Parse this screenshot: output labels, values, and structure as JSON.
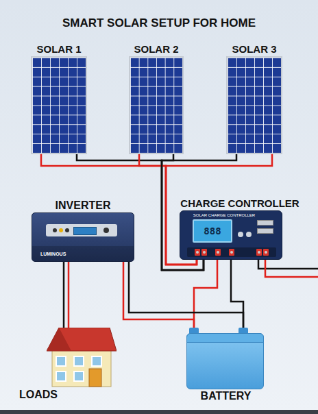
{
  "diagram": {
    "title": "SMART SOLAR SETUP FOR HOME",
    "nodes": [
      {
        "text": [
          "SOLAR 1"
        ]
      },
      {
        "text": [
          "SOLAR 2"
        ]
      },
      {
        "text": [
          "SOLAR 3"
        ]
      },
      {
        "text": [
          "INVERTER",
          "LUMINOUS"
        ]
      },
      {
        "text": [
          "CHARGE CONTROLLER",
          "SOLAR CHARGE CONTROLLER",
          "888"
        ]
      },
      {
        "text": [
          "LOADS"
        ]
      },
      {
        "text": [
          "BATTERY"
        ]
      }
    ],
    "edges": [
      {
        "from": 0,
        "to": 4,
        "arrow": "none"
      },
      {
        "from": 1,
        "to": 4,
        "arrow": "none"
      },
      {
        "from": 2,
        "to": 4,
        "arrow": "none"
      },
      {
        "from": 4,
        "to": 6,
        "arrow": "none"
      },
      {
        "from": 3,
        "to": 6,
        "arrow": "none"
      },
      {
        "from": 3,
        "to": 5,
        "arrow": "none"
      }
    ]
  }
}
